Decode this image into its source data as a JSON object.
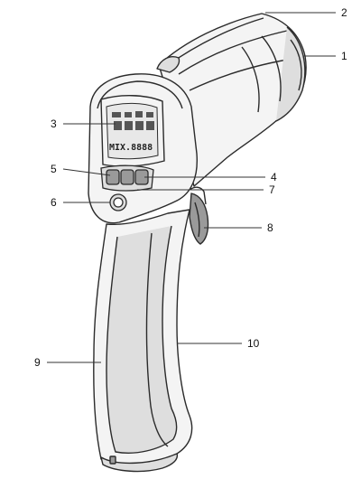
{
  "colors": {
    "outline": "#2b2b2b",
    "body_fill": "#f4f4f4",
    "shade_fill": "#dedede",
    "dark_fill": "#9a9a9a",
    "lcd_fill": "#e8e8e8",
    "leader": "#333333"
  },
  "display": {
    "readout": "MIX.8888"
  },
  "callouts": [
    {
      "id": "1",
      "label": "1"
    },
    {
      "id": "2",
      "label": "2"
    },
    {
      "id": "3",
      "label": "3"
    },
    {
      "id": "4",
      "label": "4"
    },
    {
      "id": "5",
      "label": "5"
    },
    {
      "id": "6",
      "label": "6"
    },
    {
      "id": "7",
      "label": "7"
    },
    {
      "id": "8",
      "label": "8"
    },
    {
      "id": "9",
      "label": "9"
    },
    {
      "id": "10",
      "label": "10"
    }
  ]
}
